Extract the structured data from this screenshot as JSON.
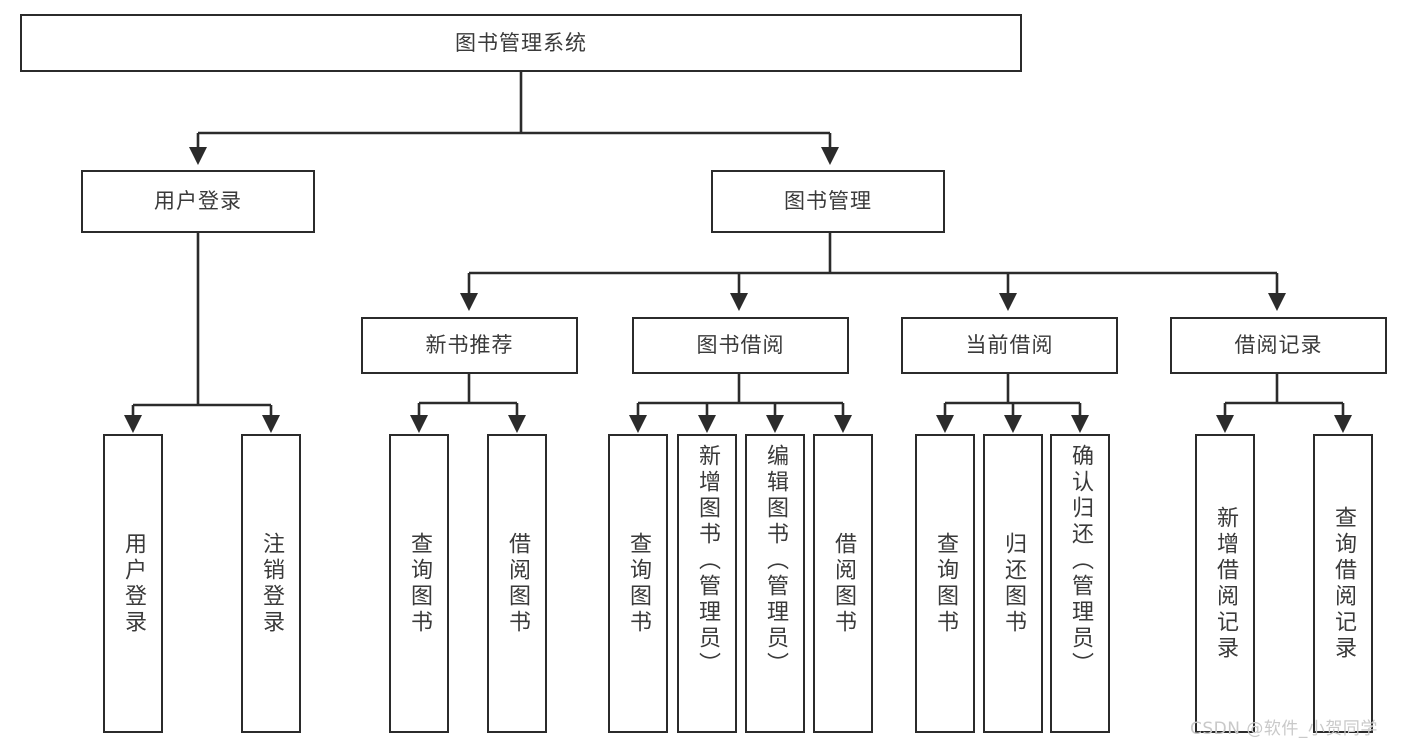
{
  "diagram": {
    "type": "tree",
    "title": "图书管理系统",
    "orientation": "top-down",
    "colors": {
      "box_border": "#2b2b2b",
      "box_fill": "#ffffff",
      "text": "#3a3a3a",
      "edge": "#2b2b2b",
      "watermark": "#c9c9c9",
      "background": "#ffffff"
    }
  },
  "nodes": {
    "root": {
      "label": "图书管理系统"
    },
    "level2": [
      {
        "id": "user-login",
        "label": "用户登录"
      },
      {
        "id": "book-manage",
        "label": "图书管理"
      }
    ],
    "level3": [
      {
        "id": "new-book-recommend",
        "label": "新书推荐"
      },
      {
        "id": "book-borrow",
        "label": "图书借阅"
      },
      {
        "id": "current-borrow",
        "label": "当前借阅"
      },
      {
        "id": "borrow-record",
        "label": "借阅记录"
      }
    ],
    "leaves": {
      "user_login": [
        {
          "id": "leaf-user-login",
          "label": "用户登录"
        },
        {
          "id": "leaf-logout-login",
          "label": "注销登录"
        }
      ],
      "new_book_recommend": [
        {
          "id": "leaf-query-book-1",
          "label": "查询图书"
        },
        {
          "id": "leaf-borrow-book-1",
          "label": "借阅图书"
        }
      ],
      "book_borrow": [
        {
          "id": "leaf-query-book-2",
          "label": "查询图书"
        },
        {
          "id": "leaf-add-book",
          "label": "新增图书（管理员）"
        },
        {
          "id": "leaf-edit-book",
          "label": "编辑图书（管理员）"
        },
        {
          "id": "leaf-borrow-book-2",
          "label": "借阅图书"
        }
      ],
      "current_borrow": [
        {
          "id": "leaf-query-book-3",
          "label": "查询图书"
        },
        {
          "id": "leaf-return-book",
          "label": "归还图书"
        },
        {
          "id": "leaf-confirm-return",
          "label": "确认归还（管理员）"
        }
      ],
      "borrow_record": [
        {
          "id": "leaf-add-record",
          "label": "新增借阅记录"
        },
        {
          "id": "leaf-query-record",
          "label": "查询借阅记录"
        }
      ]
    }
  },
  "watermark": {
    "text": "CSDN @软件_小贺同学"
  }
}
